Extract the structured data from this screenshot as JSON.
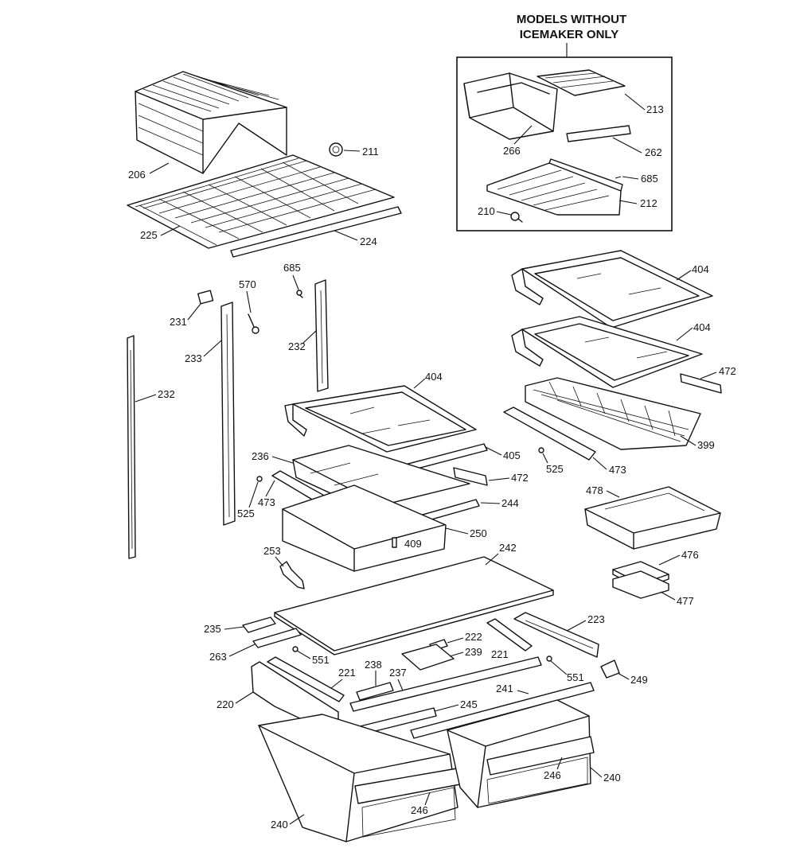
{
  "inset": {
    "title_line1": "MODELS WITHOUT",
    "title_line2": "ICEMAKER ONLY"
  },
  "labels": {
    "p213": "213",
    "p266": "266",
    "p262": "262",
    "p685a": "685",
    "p212": "212",
    "p210": "210",
    "p206": "206",
    "p211": "211",
    "p225": "225",
    "p224": "224",
    "p570": "570",
    "p685b": "685",
    "p231": "231",
    "p233": "233",
    "p232a": "232",
    "p232b": "232",
    "p404a": "404",
    "p404b": "404",
    "p404c": "404",
    "p472a": "472",
    "p472b": "472",
    "p399": "399",
    "p473a": "473",
    "p473b": "473",
    "p525a": "525",
    "p525b": "525",
    "p236": "236",
    "p405": "405",
    "p244": "244",
    "p250": "250",
    "p409": "409",
    "p478": "478",
    "p476": "476",
    "p477": "477",
    "p253": "253",
    "p242": "242",
    "p235": "235",
    "p263": "263",
    "p551a": "551",
    "p551b": "551",
    "p222": "222",
    "p239": "239",
    "p221a": "221",
    "p221b": "221",
    "p223": "223",
    "p249": "249",
    "p238": "238",
    "p237": "237",
    "p220": "220",
    "p245": "245",
    "p241": "241",
    "p246a": "246",
    "p246b": "246",
    "p240a": "240",
    "p240b": "240"
  }
}
